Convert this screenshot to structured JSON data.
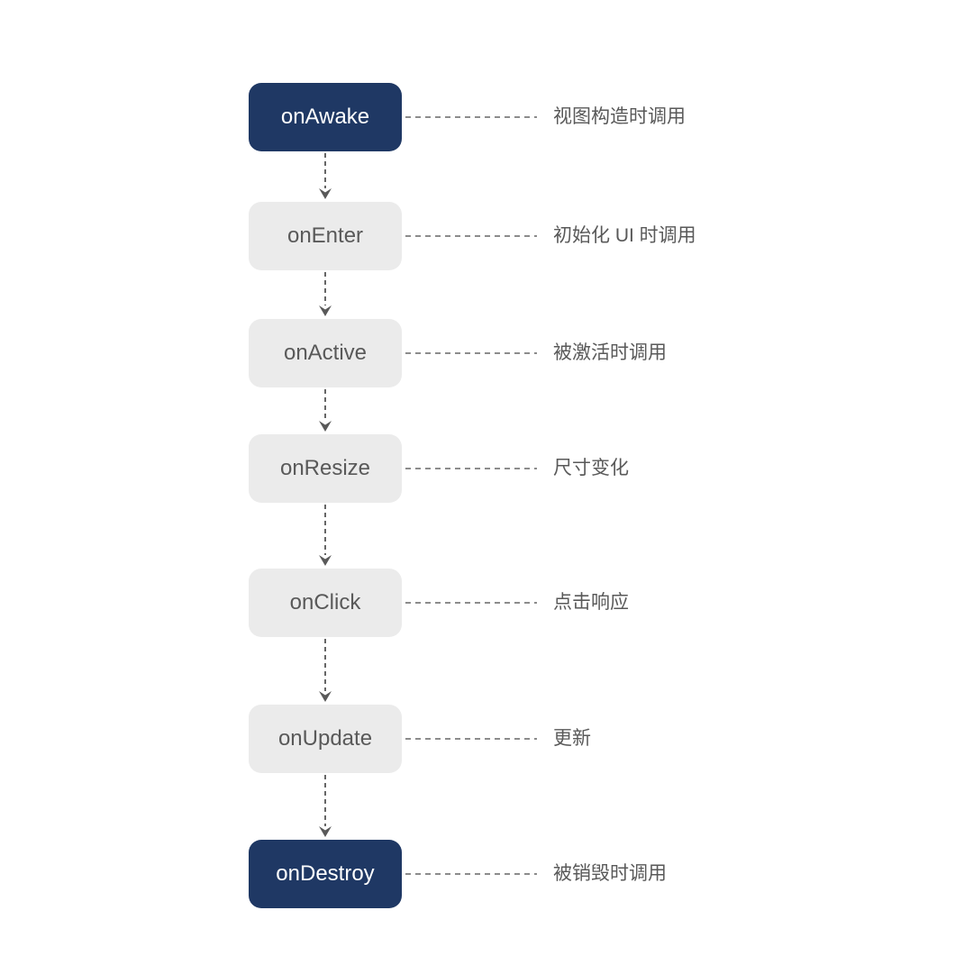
{
  "diagram": {
    "title": "view lifecycle flow",
    "colors": {
      "background": "#ffffff",
      "primary_box_bg": "#1f3864",
      "primary_box_text": "#ffffff",
      "secondary_box_bg": "#ebebeb",
      "secondary_box_text": "#595959",
      "leader_dash": "#8c8c8c",
      "connector_dash": "#666666",
      "arrow": "#595959",
      "annotation_text": "#595959"
    },
    "steps": [
      {
        "label": "onAwake",
        "description": "视图构造时调用",
        "emphasis": "primary"
      },
      {
        "label": "onEnter",
        "description": "初始化 UI 时调用",
        "emphasis": "secondary"
      },
      {
        "label": "onActive",
        "description": "被激活时调用",
        "emphasis": "secondary"
      },
      {
        "label": "onResize",
        "description": "尺寸变化",
        "emphasis": "secondary"
      },
      {
        "label": "onClick",
        "description": "点击响应",
        "emphasis": "secondary"
      },
      {
        "label": "onUpdate",
        "description": "更新",
        "emphasis": "secondary"
      },
      {
        "label": "onDestroy",
        "description": "被销毁时调用",
        "emphasis": "primary"
      }
    ]
  }
}
